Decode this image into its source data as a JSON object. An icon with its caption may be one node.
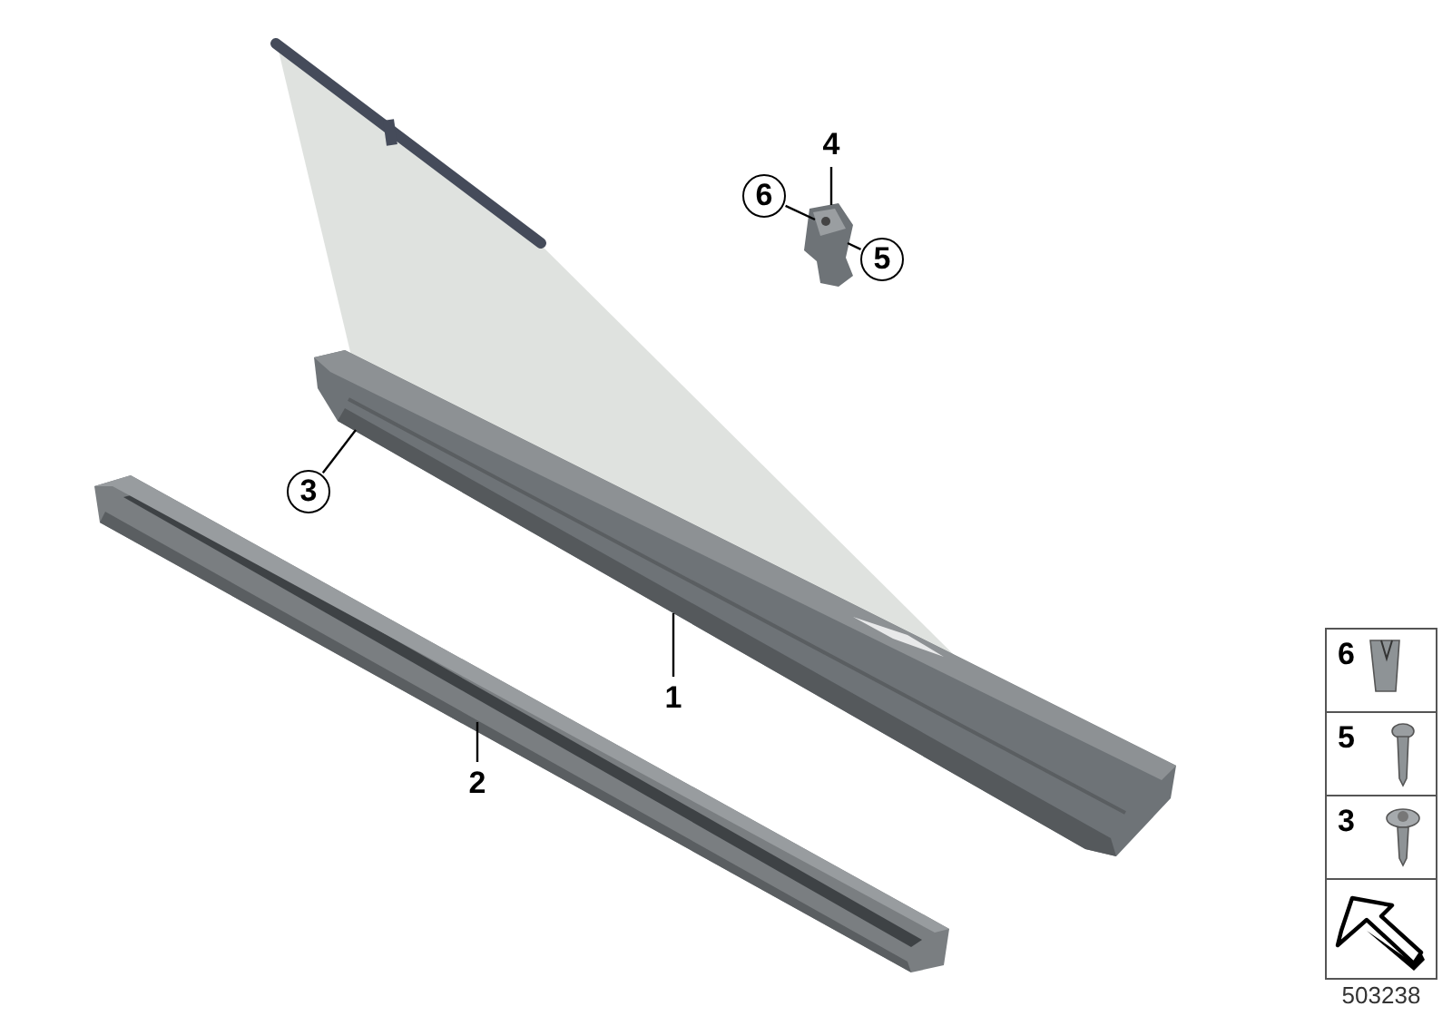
{
  "diagram": {
    "nodes": [
      {
        "text": [
          "1"
        ]
      },
      {
        "text": [
          "2"
        ]
      },
      {
        "text": [
          "3"
        ]
      },
      {
        "text": [
          "4"
        ]
      },
      {
        "text": [
          "5"
        ]
      },
      {
        "text": [
          "6"
        ]
      },
      {
        "text": [],
        "shape": "picture"
      },
      {
        "text": [],
        "shape": "picture"
      },
      {
        "text": [],
        "shape": "picture"
      }
    ],
    "edges": [
      {
        "from": 0,
        "to": 6,
        "arrow": "none"
      },
      {
        "from": 1,
        "to": 7,
        "arrow": "none"
      },
      {
        "from": 2,
        "to": 6,
        "arrow": "none"
      },
      {
        "from": 3,
        "to": 8,
        "arrow": "none"
      },
      {
        "from": 4,
        "to": 8,
        "arrow": "none"
      },
      {
        "from": 5,
        "to": 8,
        "arrow": "none"
      }
    ],
    "labels": [
      "6",
      "5",
      "3",
      "503238"
    ]
  }
}
